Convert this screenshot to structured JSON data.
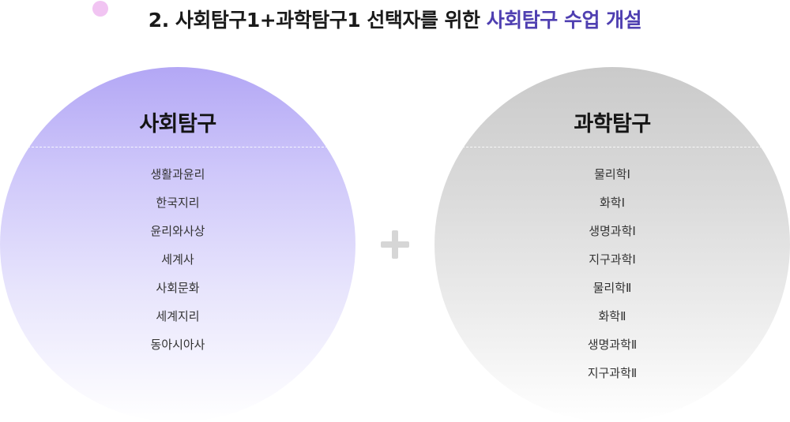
{
  "header": {
    "title_main": "2. 사회탐구1+과학탐구1 선택자를 위한",
    "title_accent": "사회탐구 수업 개설"
  },
  "colors": {
    "accent": "#4f3fb1",
    "social_top": "#b3a7f5",
    "science_top": "#cacaca"
  },
  "social": {
    "title": "사회탐구",
    "subjects": [
      "생활과윤리",
      "한국지리",
      "윤리와사상",
      "세계사",
      "사회문화",
      "세계지리",
      "동아시아사"
    ]
  },
  "operator": {
    "icon": "plus-icon"
  },
  "science": {
    "title": "과학탐구",
    "subjects": [
      "물리학Ⅰ",
      "화학Ⅰ",
      "생명과학Ⅰ",
      "지구과학Ⅰ",
      "물리학Ⅱ",
      "화학Ⅱ",
      "생명과학Ⅱ",
      "지구과학Ⅱ"
    ]
  }
}
